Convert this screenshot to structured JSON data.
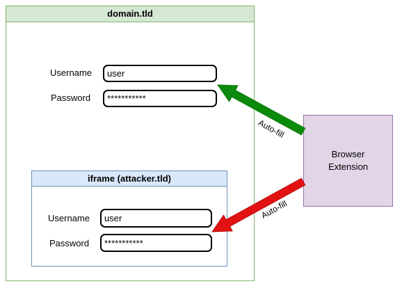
{
  "domain_frame": {
    "title": "domain.tld",
    "username_label": "Username",
    "username_value": "user",
    "password_label": "Password",
    "password_value": "***********"
  },
  "iframe_frame": {
    "title": "iframe (attacker.tld)",
    "username_label": "Username",
    "username_value": "user",
    "password_label": "Password",
    "password_value": "***********"
  },
  "extension": {
    "line1": "Browser",
    "line2": "Extension"
  },
  "arrows": {
    "autofill_top": {
      "label": "Auto-fill",
      "color": "#0b8a0b",
      "stroke": "#0a7a0a"
    },
    "autofill_iframe": {
      "label": "Auto-fill",
      "color": "#e31212",
      "stroke": "#b50d0d"
    }
  },
  "colors": {
    "domain_header_fill": "#d5e8d4",
    "domain_border": "#82b366",
    "iframe_header_fill": "#dae8fc",
    "iframe_border": "#6c8ebf",
    "extension_fill": "#e1d5e7",
    "extension_border": "#9673a6"
  }
}
